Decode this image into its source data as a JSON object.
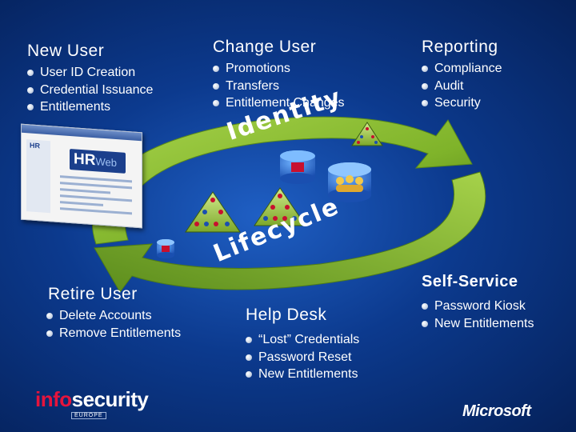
{
  "sections": {
    "new_user": {
      "title": "New User",
      "items": [
        "User ID Creation",
        "Credential Issuance",
        "Entitlements"
      ]
    },
    "change_user": {
      "title": "Change User",
      "items": [
        "Promotions",
        "Transfers",
        "Entitlement Changes"
      ]
    },
    "reporting": {
      "title": "Reporting",
      "items": [
        "Compliance",
        "Audit",
        "Security"
      ]
    },
    "retire_user": {
      "title": "Retire User",
      "items": [
        "Delete Accounts",
        "Remove Entitlements"
      ]
    },
    "help_desk": {
      "title": "Help Desk",
      "items": [
        "“Lost” Credentials",
        "Password Reset",
        "New Entitlements"
      ]
    },
    "self_service": {
      "title": "Self-Service",
      "items": [
        "Password Kiosk",
        "New Entitlements"
      ]
    }
  },
  "arc_text": {
    "top": "Identity",
    "bottom": "Lifecycle"
  },
  "screenshot": {
    "logo": "HR",
    "logo_suffix": "Web",
    "side_label": "HR"
  },
  "logos": {
    "infosecurity_prefix": "info",
    "infosecurity_suffix": "security",
    "infosecurity_sub": "EUROPE",
    "microsoft": "Microsoft"
  },
  "colors": {
    "background": "#0c3a8e",
    "arrow": "#7fb32a",
    "infosecurity_red": "#e6143c"
  }
}
